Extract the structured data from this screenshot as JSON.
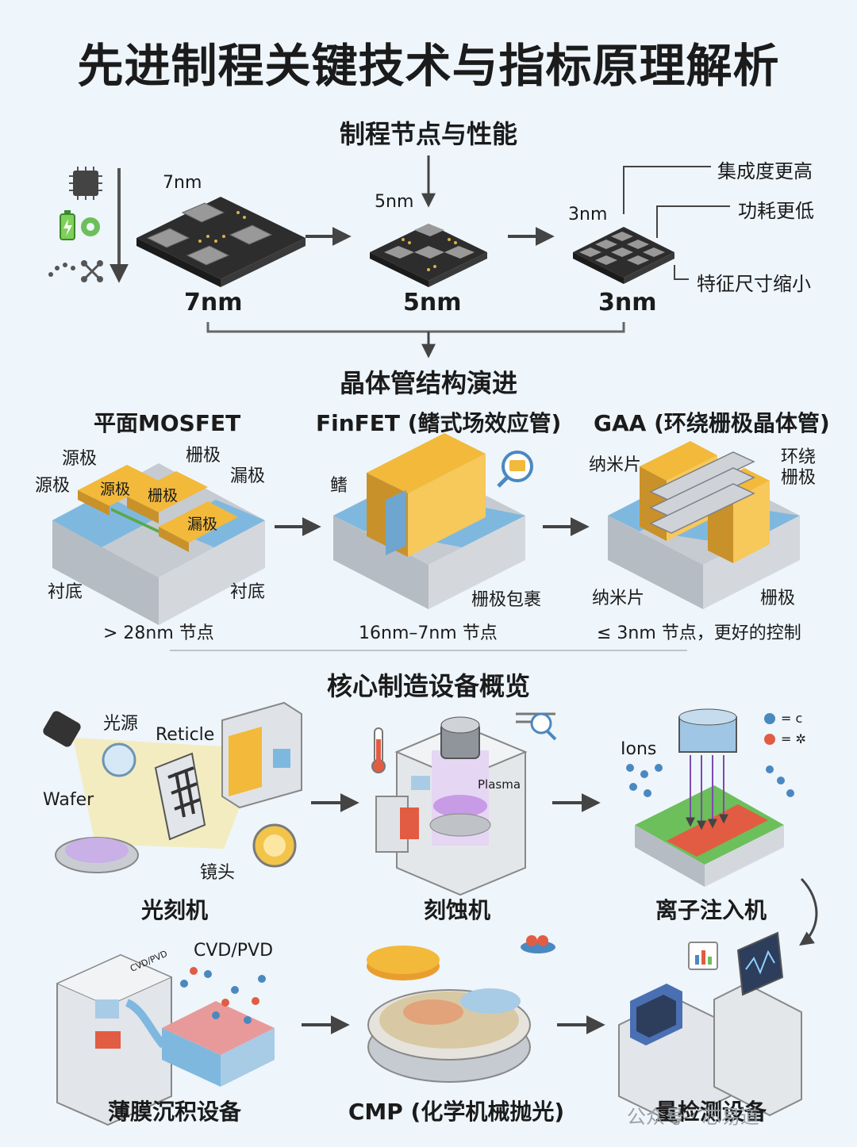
{
  "title": "先进制程关键技术与指标原理解析",
  "section1": {
    "title": "制程节点与性能",
    "chip_labels": [
      "7nm",
      "5nm",
      "3nm"
    ],
    "node_labels": [
      "7nm",
      "5nm",
      "3nm"
    ],
    "notes": [
      "集成度更高",
      "功耗更低",
      "特征尺寸缩小"
    ]
  },
  "section2": {
    "title": "晶体管结构演进",
    "structures": [
      {
        "name": "平面MOSFET",
        "labels": [
          "源极",
          "源极",
          "源极",
          "栅极",
          "栅极",
          "漏极",
          "漏极",
          "衬底",
          "衬底"
        ],
        "caption": "> 28nm 节点"
      },
      {
        "name": "FinFET (鳍式场效应管)",
        "labels": [
          "鳍",
          "栅极包裹"
        ],
        "caption": "16nm–7nm 节点"
      },
      {
        "name": "GAA (环绕栅极晶体管)",
        "labels": [
          "纳米片",
          "环绕\n栅极",
          "纳米片",
          "栅极"
        ],
        "caption": "≤ 3nm 节点，更好的控制"
      }
    ]
  },
  "section3": {
    "title": "核心制造设备概览",
    "equipment": [
      {
        "name": "光刻机",
        "labels": [
          "光源",
          "Reticle",
          "Wafer",
          "镜头"
        ]
      },
      {
        "name": "刻蚀机",
        "labels": [
          "Plasma"
        ]
      },
      {
        "name": "离子注入机",
        "labels": [
          "Ions",
          "= c",
          "= ✲"
        ]
      },
      {
        "name": "薄膜沉积设备",
        "labels": [
          "CVD/PVD",
          "CVD/PVD"
        ]
      },
      {
        "name": "CMP (化学机械抛光)",
        "labels": []
      },
      {
        "name": "量检测设备",
        "labels": []
      }
    ],
    "watermark": "公众号 · 芯易道"
  },
  "colors": {
    "gold": "#f2b93b",
    "blue": "#7fb8df",
    "grey": "#c9cdd2",
    "dark": "#333",
    "red": "#e25c43",
    "green": "#6cbf5a",
    "purple": "#c79be6"
  }
}
